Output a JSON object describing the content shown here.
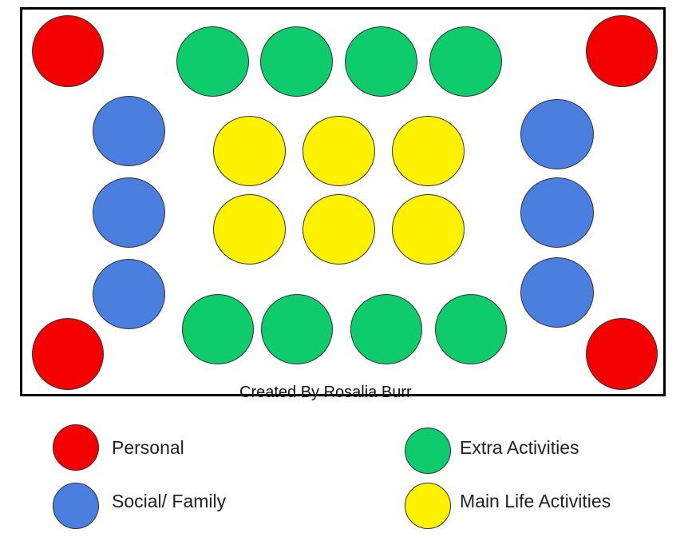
{
  "credit": "Created By Rosalia Burr",
  "colors": {
    "personal": "#f50000",
    "social_family": "#4a7fe0",
    "extra_activities": "#0ecc6c",
    "main_life_activities": "#fff200"
  },
  "legend": {
    "personal": "Personal",
    "social_family": "Social/ Family",
    "extra_activities": "Extra Activities",
    "main_life_activities": "Main Life Activities"
  },
  "diagram": {
    "corners_count": 4,
    "side_columns_count": 6,
    "top_bottom_rows_count": 8,
    "center_grid_count": 6
  }
}
